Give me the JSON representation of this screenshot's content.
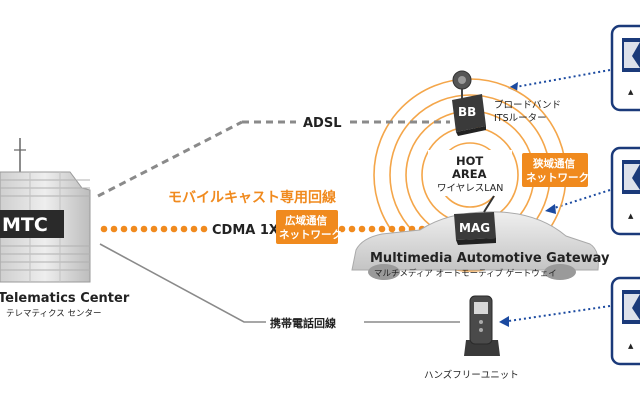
{
  "center": {
    "badge": "MTC",
    "name_en": "Telematics Center",
    "name_ja": "テレマティクス センター"
  },
  "links": {
    "adsl": "ADSL",
    "cdma": "CDMA 1X",
    "mobile_cast": "モバイルキャスト専用回線",
    "wide_area_line1": "広域通信",
    "wide_area_line2": "ネットワーク",
    "cellular": "携帯電話回線"
  },
  "hotspot": {
    "title_line1": "HOT",
    "title_line2": "AREA",
    "subtitle": "ワイヤレスLAN",
    "narrow_line1": "狭域通信",
    "narrow_line2": "ネットワーク"
  },
  "router": {
    "badge": "BB",
    "label_line1": "ブロードバンド",
    "label_line2": "ITSルーター"
  },
  "gateway": {
    "badge": "MAG",
    "name_en": "Multimedia Automotive Gateway",
    "name_ja": "マルチメディア オートモーティブ ゲートウェイ"
  },
  "handsfree": {
    "label": "ハンズフリーユニット"
  },
  "colors": {
    "accent": "#f08a1e",
    "dark": "#2a2a2a",
    "line_gray": "#8a8a8a",
    "device_blue": "#1b3a7a"
  }
}
